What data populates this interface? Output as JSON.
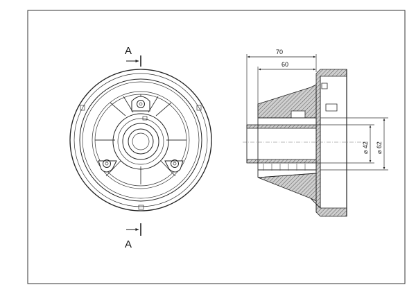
{
  "drawing": {
    "section_label_top": "A",
    "section_label_bottom": "A",
    "dimensions": {
      "overall_depth": "70",
      "body_depth": "60",
      "diameter_inner": "⌀ 42",
      "diameter_outer": "⌀ 62"
    }
  }
}
